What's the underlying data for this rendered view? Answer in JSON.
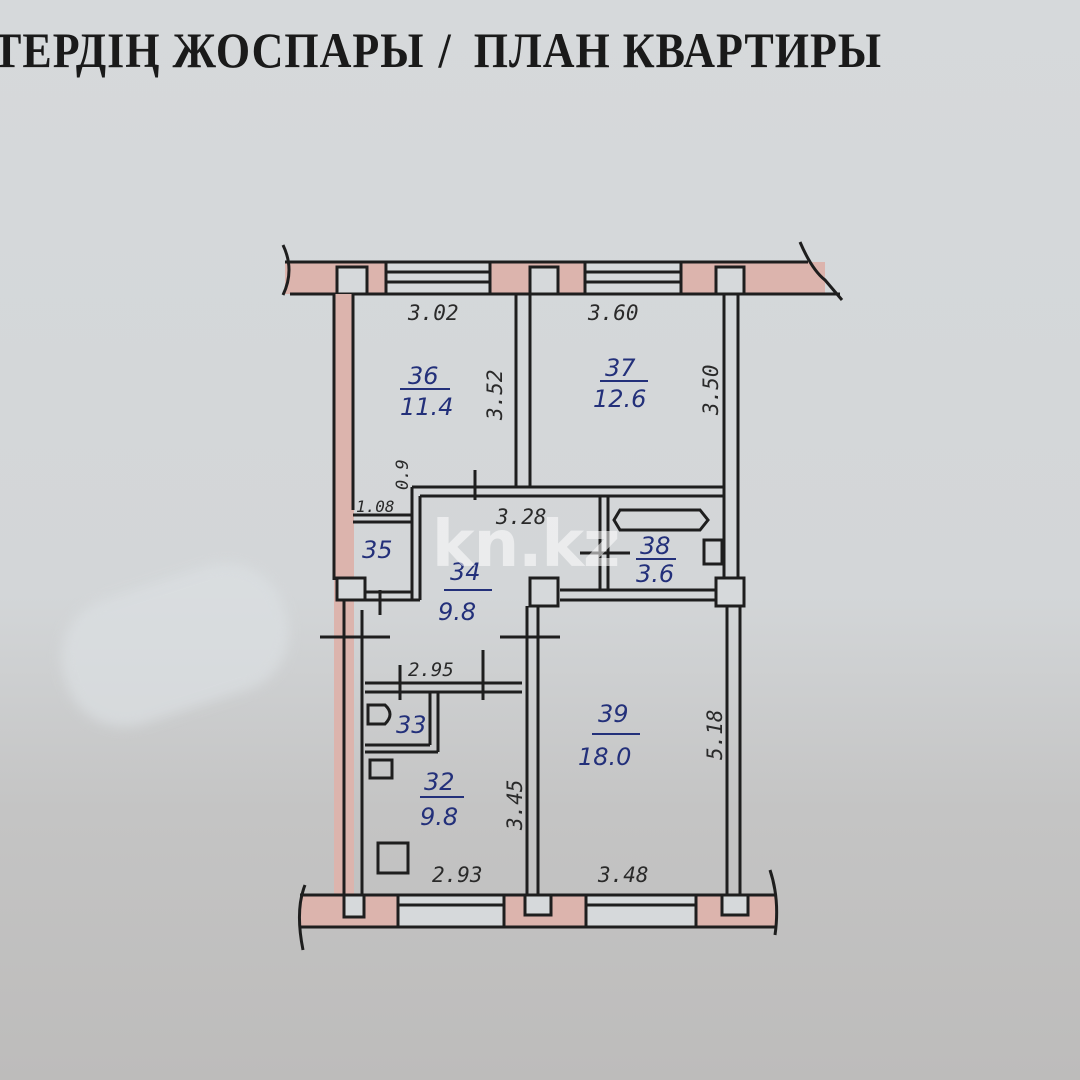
{
  "header": {
    "title_kz_fragment": "ТЕРДІҢ ЖОСПАРЫ",
    "separator": "/",
    "title_ru": "ПЛАН КВАРТИРЫ"
  },
  "watermark": "kn.kz",
  "colors": {
    "wall_fill": "#dcb4ad",
    "line": "#1e1e1e",
    "room_label": "#23307a",
    "paper": "#d6d9db"
  },
  "rooms": [
    {
      "id": "room-36",
      "number": "36",
      "area": "11.4",
      "dims": [
        "3.02",
        "3.52"
      ]
    },
    {
      "id": "room-37",
      "number": "37",
      "area": "12.6",
      "dims": [
        "3.60",
        "3.50"
      ]
    },
    {
      "id": "room-35",
      "number": "35",
      "area": "",
      "dims": [
        "1.08",
        "0.9"
      ]
    },
    {
      "id": "room-34",
      "number": "34",
      "area": "9.8",
      "dims": [
        "3.28"
      ]
    },
    {
      "id": "room-38",
      "number": "38",
      "area": "3.6",
      "dims": []
    },
    {
      "id": "room-33",
      "number": "33",
      "area": "",
      "dims": [
        "2.95"
      ]
    },
    {
      "id": "room-32",
      "number": "32",
      "area": "9.8",
      "dims": [
        "2.93",
        "3.45"
      ]
    },
    {
      "id": "room-39",
      "number": "39",
      "area": "18.0",
      "dims": [
        "3.48",
        "5.18"
      ]
    }
  ]
}
